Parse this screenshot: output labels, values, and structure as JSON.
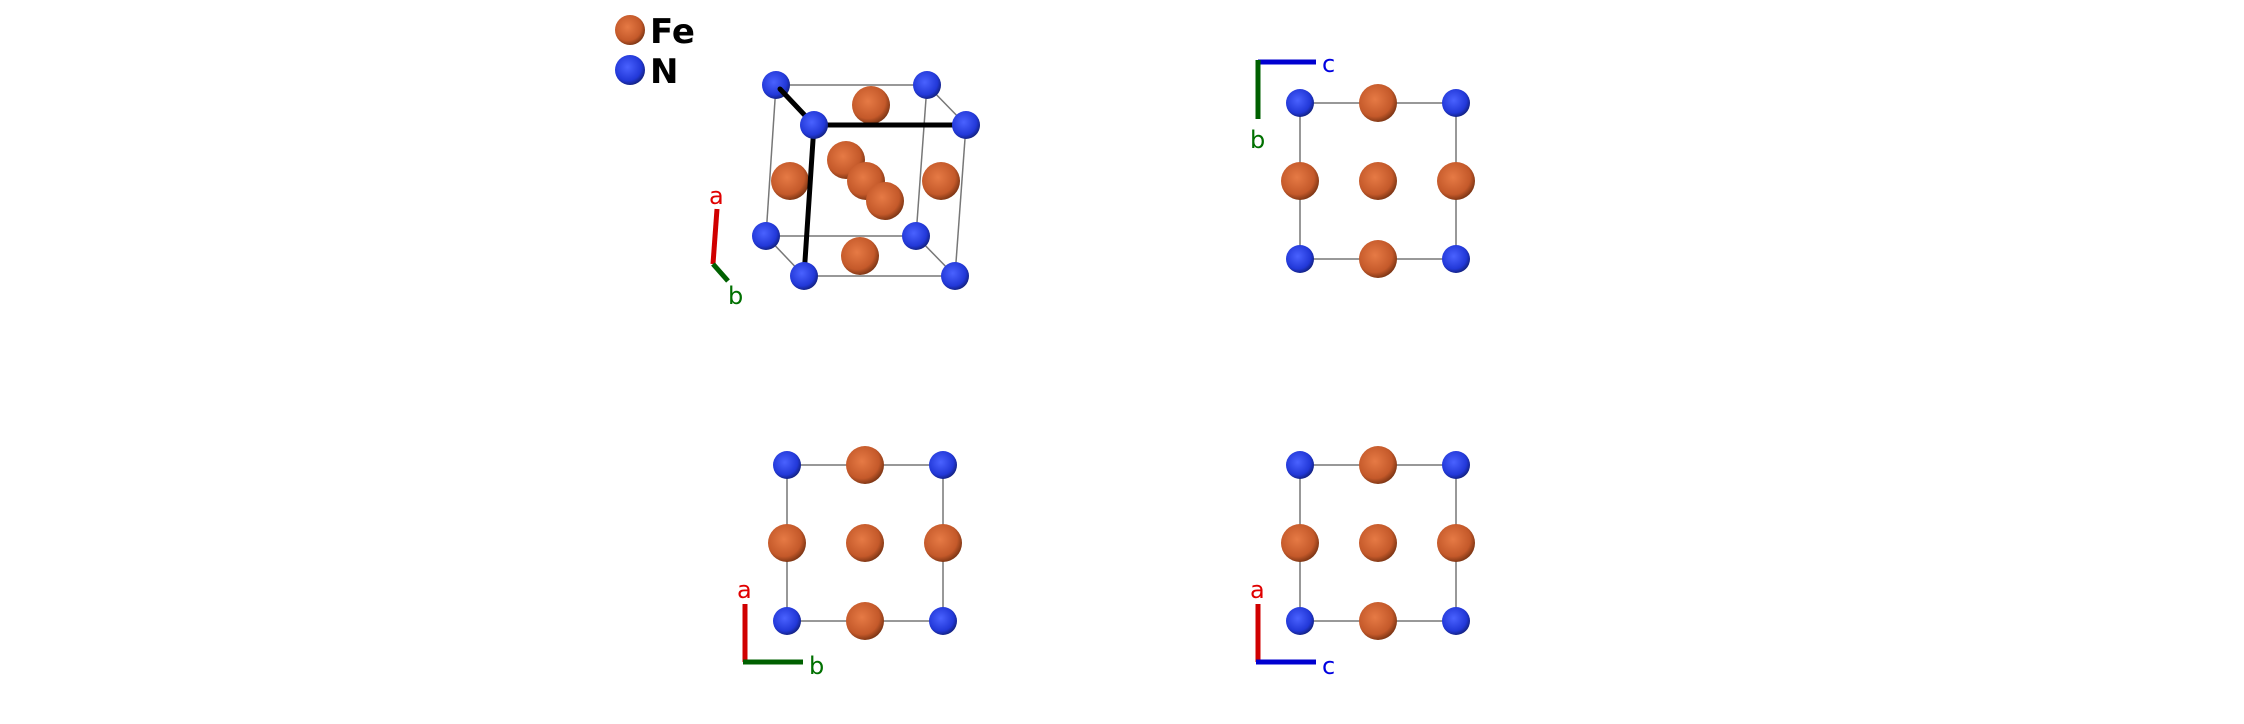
{
  "legend": {
    "items": [
      {
        "label": "Fe",
        "color": "#d0602a"
      },
      {
        "label": "N",
        "color": "#2a3fe0"
      }
    ]
  },
  "axis_colors": {
    "a": "#e00000",
    "b": "#007000",
    "c": "#0000e0"
  },
  "views": [
    {
      "name": "perspective",
      "axes": [
        "a",
        "b"
      ]
    },
    {
      "name": "view-bc",
      "axes": [
        "b",
        "c"
      ]
    },
    {
      "name": "view-ab",
      "axes": [
        "a",
        "b"
      ]
    },
    {
      "name": "view-ac",
      "axes": [
        "a",
        "c"
      ]
    }
  ]
}
